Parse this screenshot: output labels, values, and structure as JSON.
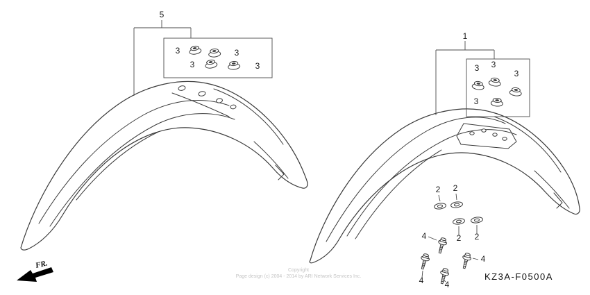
{
  "canvas": {
    "background_color": "#ffffff",
    "line_color": "#3a3a3a"
  },
  "callouts": {
    "fender_right": "1",
    "washer": "2",
    "grommet": "3",
    "bolt": "4",
    "fender_left": "5"
  },
  "footer": {
    "direction_label": "FR.",
    "part_code": "KZ3A-F0500A",
    "watermark_line1": "Copyright",
    "watermark_line2": "Page design (c) 2004 - 2014 by ARI Network Services Inc."
  }
}
